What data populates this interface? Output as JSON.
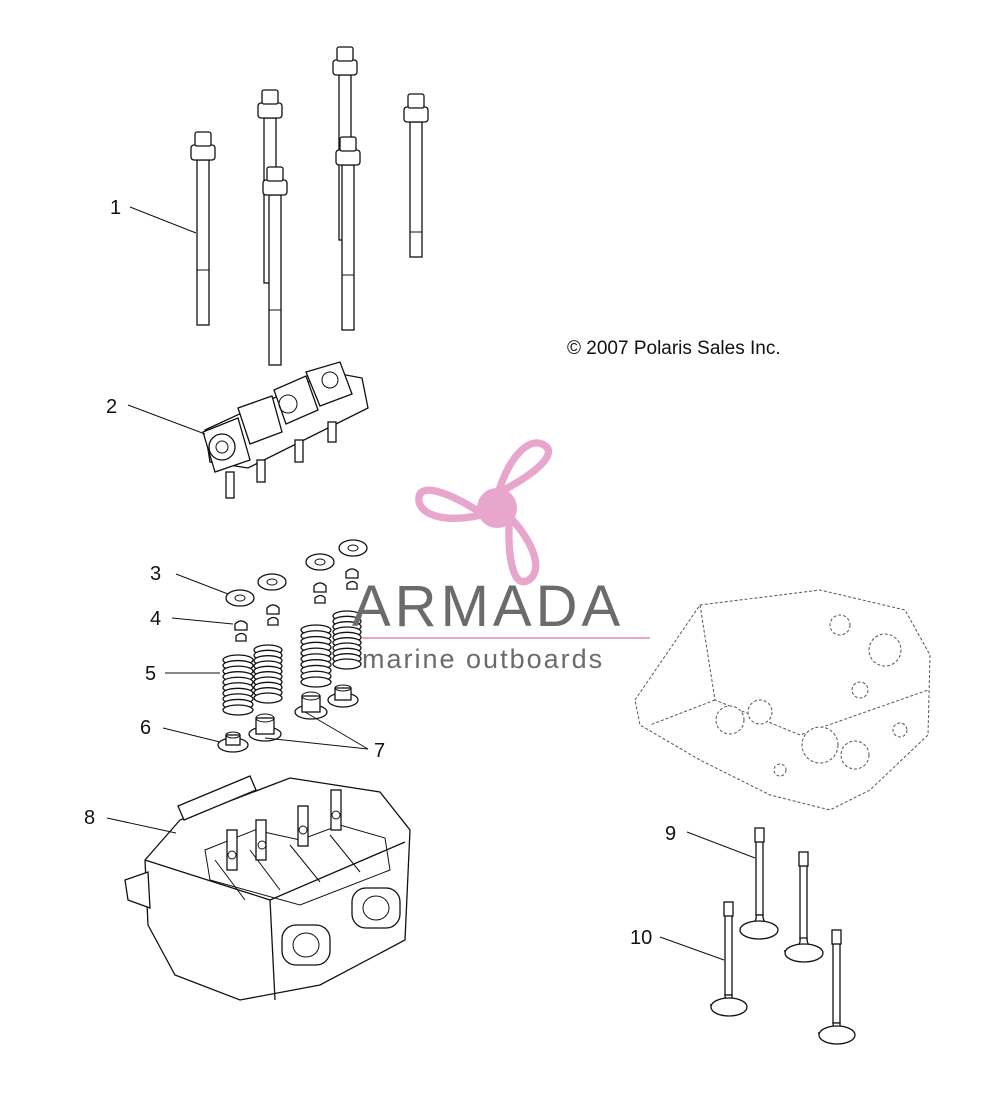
{
  "copyright": "© 2007 Polaris Sales Inc.",
  "watermark": {
    "brand": "ARMADA",
    "tagline": "marine outboards",
    "color": "#e8a6cd",
    "text_color": "#6b6b6b"
  },
  "callouts": [
    "1",
    "2",
    "3",
    "4",
    "5",
    "6",
    "7",
    "8",
    "9",
    "10"
  ]
}
